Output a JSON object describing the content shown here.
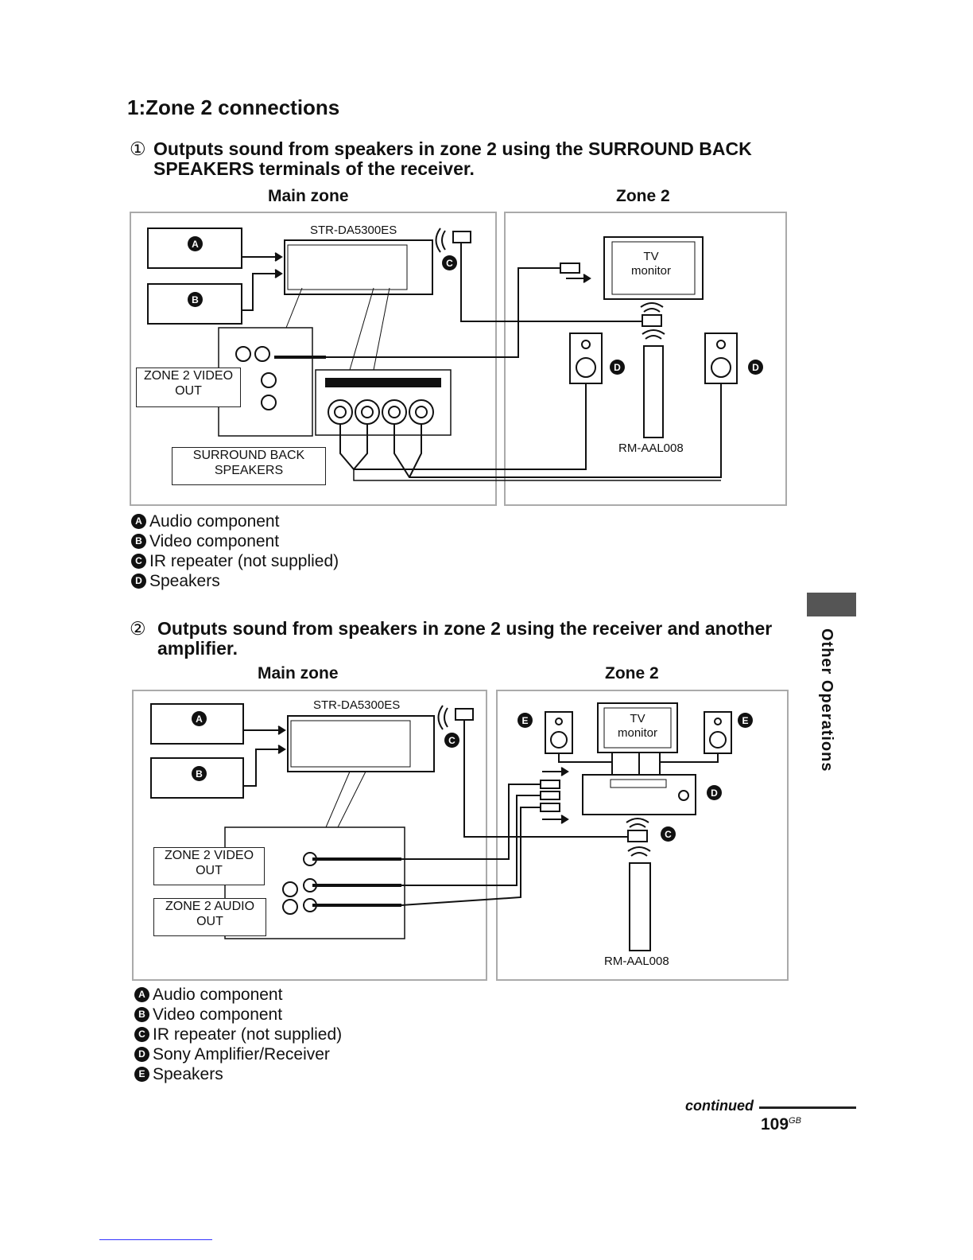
{
  "title": "1:Zone 2 connections",
  "section1": {
    "number": "①",
    "heading_line1": "Outputs sound from speakers in zone 2 using the SURROUND BACK",
    "heading_line2": "SPEAKERS terminals of the receiver.",
    "main_zone": "Main zone",
    "zone2": "Zone 2",
    "receiver_model": "STR-DA5300ES",
    "tv_line1": "TV",
    "tv_line2": "monitor",
    "remote_model": "RM-AAL008",
    "callout_video_1": "ZONE 2 VIDEO",
    "callout_video_2": "OUT",
    "callout_sb_1": "SURROUND BACK",
    "callout_sb_2": "SPEAKERS",
    "legend": [
      {
        "letter": "A",
        "text": "Audio component"
      },
      {
        "letter": "B",
        "text": "Video component"
      },
      {
        "letter": "C",
        "text": "IR repeater (not supplied)"
      },
      {
        "letter": "D",
        "text": "Speakers"
      }
    ]
  },
  "section2": {
    "number": "②",
    "heading_line1": "Outputs sound from speakers in zone 2 using the receiver and another",
    "heading_line2": "amplifier.",
    "main_zone": "Main zone",
    "zone2": "Zone 2",
    "receiver_model": "STR-DA5300ES",
    "tv_line1": "TV",
    "tv_line2": "monitor",
    "remote_model": "RM-AAL008",
    "callout_video_1": "ZONE 2 VIDEO",
    "callout_video_2": "OUT",
    "callout_audio_1": "ZONE 2 AUDIO",
    "callout_audio_2": "OUT",
    "legend": [
      {
        "letter": "A",
        "text": "Audio component"
      },
      {
        "letter": "B",
        "text": "Video component"
      },
      {
        "letter": "C",
        "text": "IR repeater (not supplied)"
      },
      {
        "letter": "D",
        "text": "Sony Amplifier/Receiver"
      },
      {
        "letter": "E",
        "text": "Speakers"
      }
    ]
  },
  "side_tab": "Other Operations",
  "footer": {
    "continued": "continued",
    "page": "109",
    "page_suffix": "GB"
  }
}
